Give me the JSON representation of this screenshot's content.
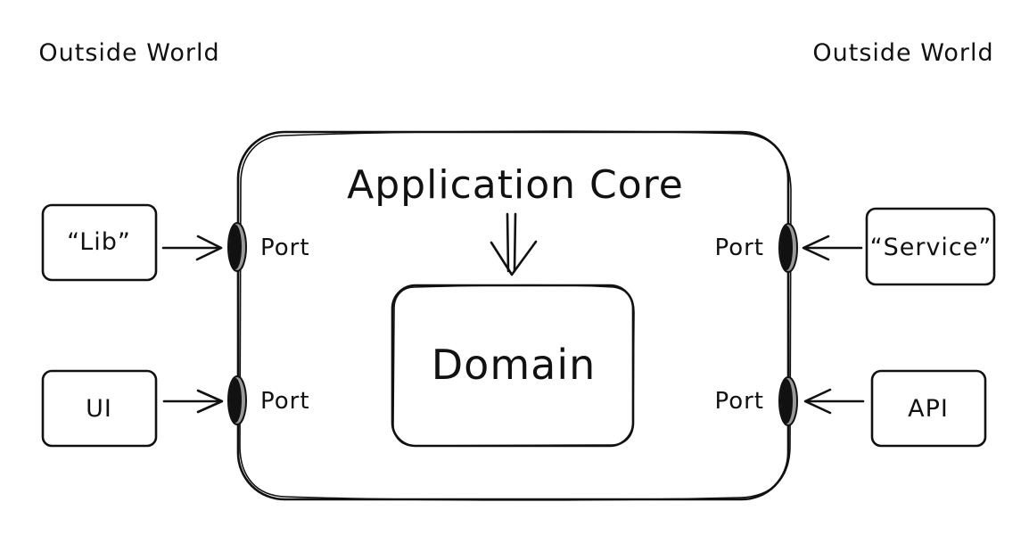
{
  "header": {
    "left_label": "Outside World",
    "right_label": "Outside World"
  },
  "core": {
    "title": "Application Core"
  },
  "domain": {
    "title": "Domain"
  },
  "ports": {
    "left_top": "Port",
    "left_bottom": "Port",
    "right_top": "Port",
    "right_bottom": "Port"
  },
  "adapters": {
    "lib": "“Lib”",
    "ui": "UI",
    "service": "“Service”",
    "api": "API"
  },
  "colors": {
    "ink": "#111111",
    "background": "#ffffff",
    "port_fill": "#111111",
    "port_highlight": "#9a9a9a"
  }
}
